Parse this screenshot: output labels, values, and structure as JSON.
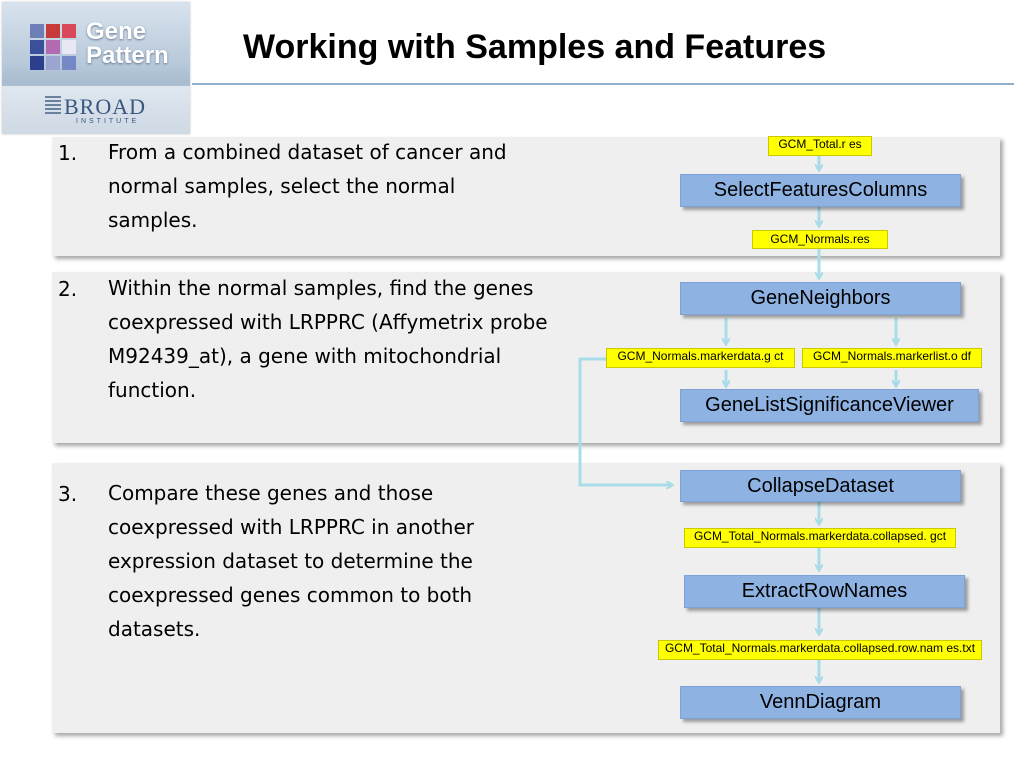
{
  "header": {
    "title": "Working with Samples and Features",
    "logo_text_line1": "Gene",
    "logo_text_line2": "Pattern",
    "logo_broad": "BROAD",
    "logo_institute": "INSTITUTE"
  },
  "steps": [
    {
      "number": "1.",
      "text": "From a combined dataset of cancer and normal samples, select the normal samples."
    },
    {
      "number": "2.",
      "text": "Within the normal samples, find the genes coexpressed with LRPPRC (Affymetrix probe M92439_at), a gene with mitochondrial function."
    },
    {
      "number": "3.",
      "text": "Compare these genes and those coexpressed with LRPPRC in another expression dataset to determine the coexpressed genes common to both datasets."
    }
  ],
  "pipeline": {
    "files": {
      "total_res": "GCM_Total.r es",
      "normals_res": "GCM_Normals.res",
      "markerdata": "GCM_Normals.markerdata.g ct",
      "markerlist": "GCM_Normals.markerlist.o df",
      "collapsed": "GCM_Total_Normals.markerdata.collapsed. gct",
      "rownames": "GCM_Total_Normals.markerdata.collapsed.row.nam es.txt"
    },
    "modules": {
      "select_features": "SelectFeaturesColumns",
      "gene_neighbors": "GeneNeighbors",
      "significance_viewer": "GeneListSignificanceViewer",
      "collapse_dataset": "CollapseDataset",
      "extract_row_names": "ExtractRowNames",
      "venn_diagram": "VennDiagram"
    }
  },
  "colors": {
    "module_fill": "#8eb3e3",
    "file_fill": "#ffff00",
    "connector": "#a8dce8",
    "panel": "#efefef",
    "rule": "#8fb0cc"
  }
}
